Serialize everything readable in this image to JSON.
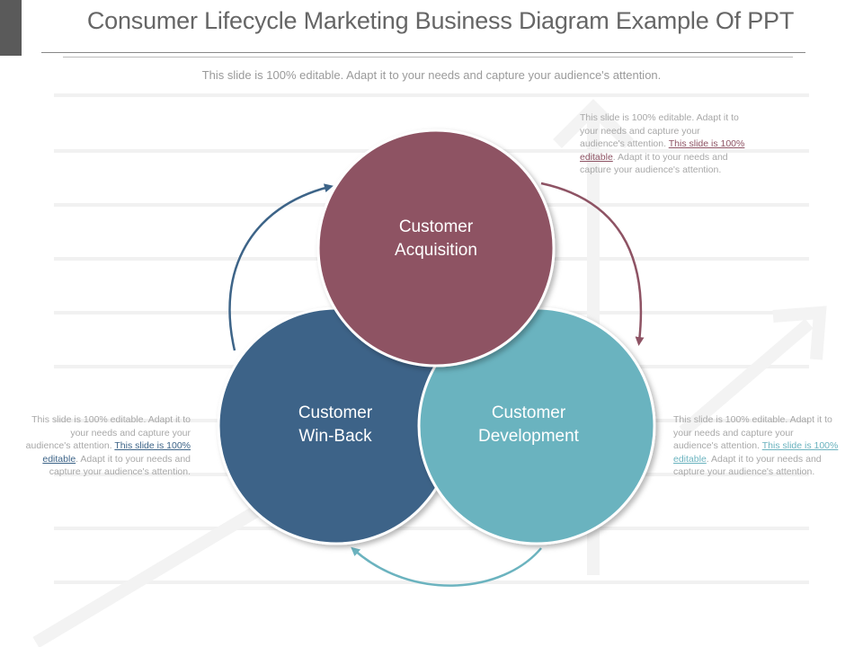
{
  "slide": {
    "title": "Consumer Lifecycle Marketing Business Diagram Example Of PPT",
    "subtitle": "This slide is 100% editable. Adapt it to your needs and capture your audience's attention."
  },
  "stages": [
    {
      "label_line1": "Customer",
      "label_line2": "Acquisition",
      "color": "#8e5364"
    },
    {
      "label_line1": "Customer",
      "label_line2": "Development",
      "color": "#6bb3bf"
    },
    {
      "label_line1": "Customer",
      "label_line2": "Win-Back",
      "color": "#3d6488"
    }
  ],
  "notes": {
    "top": {
      "pre": "This slide is 100% editable. Adapt it to your needs and capture your audience's attention. ",
      "link": "This slide is 100% editable",
      "post": ". Adapt it to your needs and capture your audience's attention.",
      "link_color": "#8e5364"
    },
    "left": {
      "pre": "This slide is 100% editable. Adapt it to your needs and capture your audience's attention. ",
      "link": "This slide is 100% editable",
      "post": ". Adapt it to your needs and capture your audience's attention.",
      "link_color": "#3d6488"
    },
    "right": {
      "pre": "This slide is 100% editable. Adapt it to your needs and capture your audience's attention. ",
      "link": "This slide is 100% editable",
      "post": ". Adapt it to your needs and capture your audience's attention.",
      "link_color": "#6bb3bf"
    }
  }
}
